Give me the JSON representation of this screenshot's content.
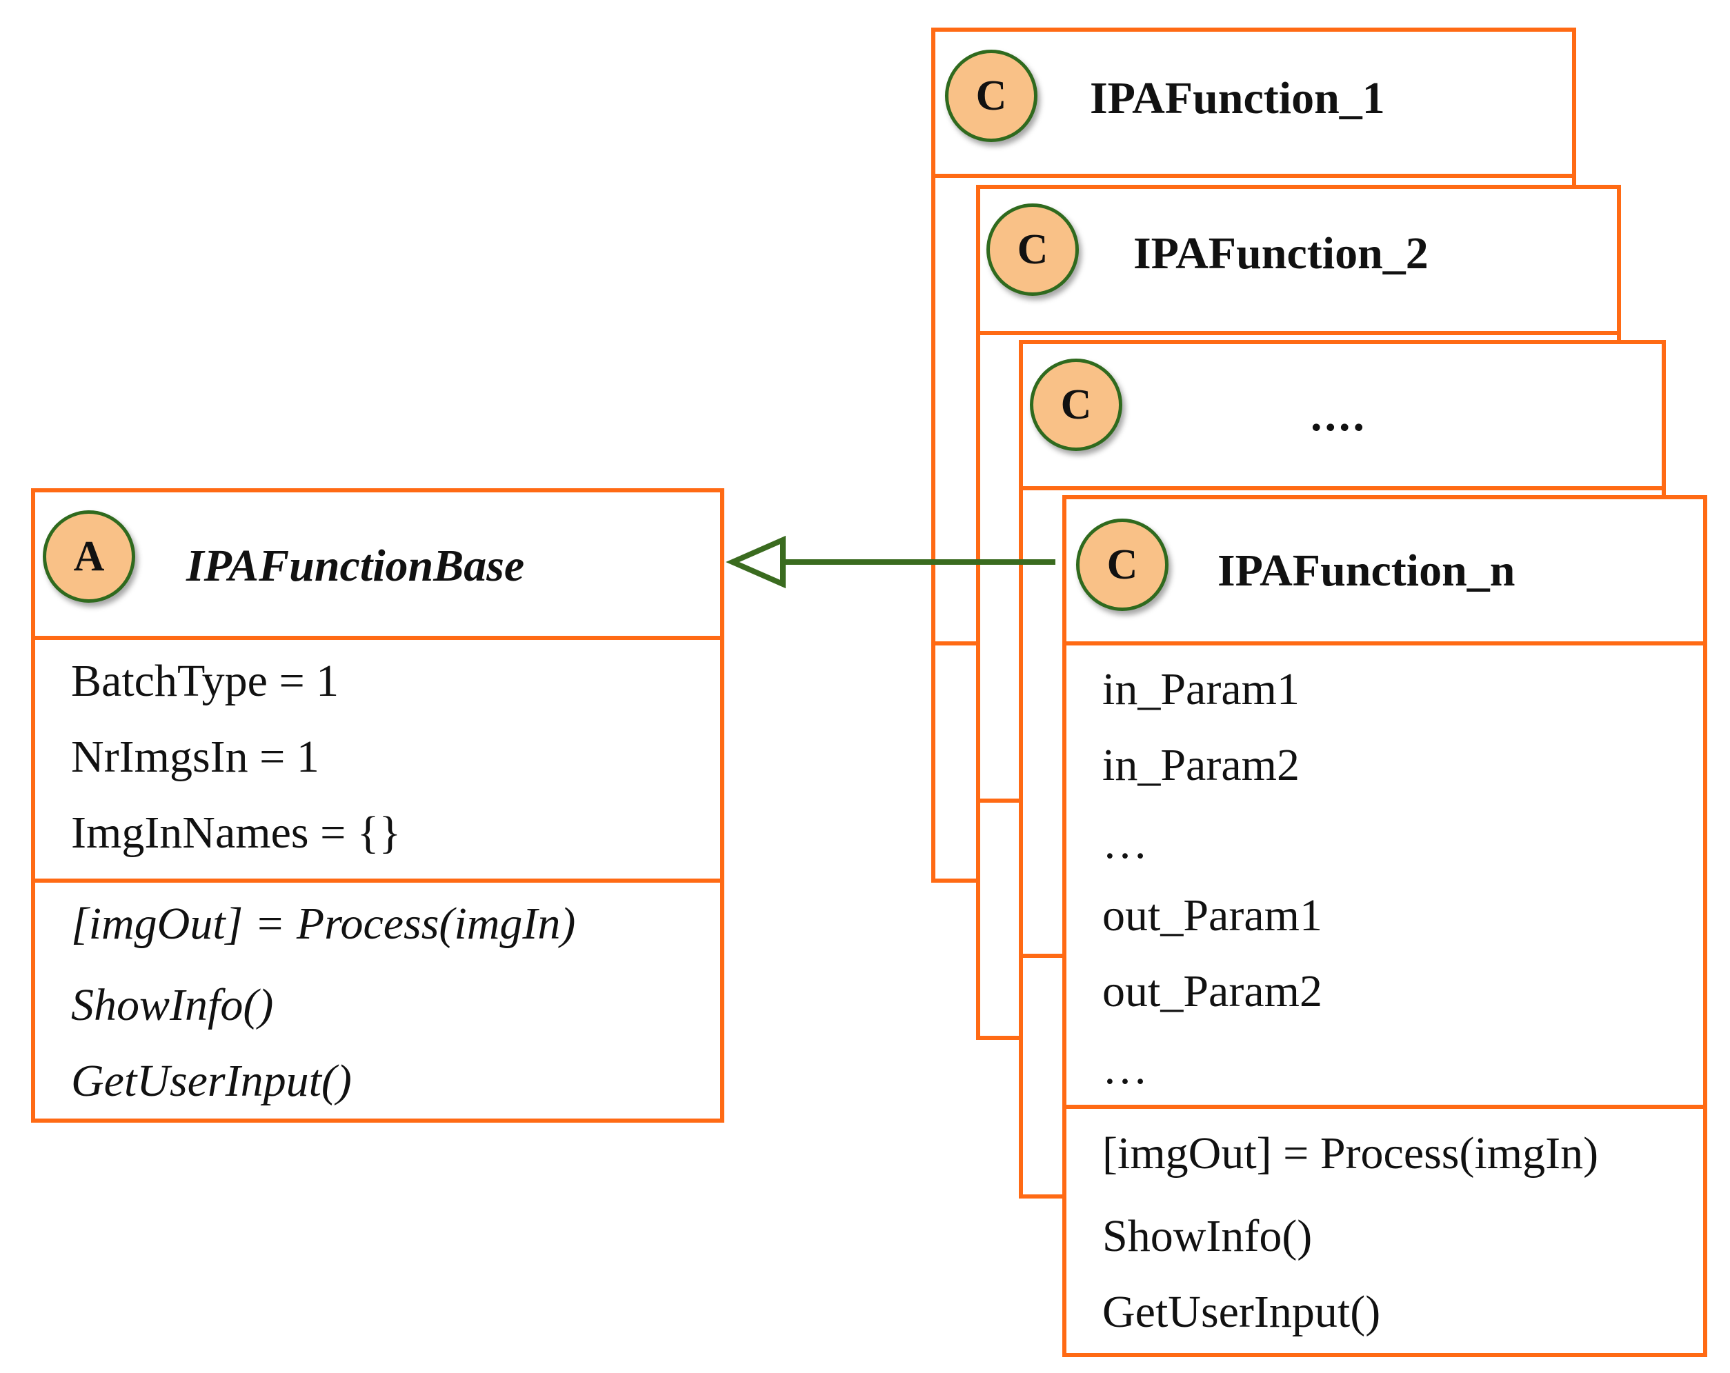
{
  "colors": {
    "box_border": "#ff6a14",
    "badge_fill": "#f9c187",
    "badge_border": "#2f6a1e",
    "arrow": "#3a6b1f"
  },
  "base_class": {
    "badge": "A",
    "title": "IPAFunctionBase",
    "attributes": [
      "BatchType = 1",
      "NrImgsIn = 1",
      "ImgInNames = {}"
    ],
    "methods": [
      "[imgOut] = Process(imgIn)",
      "ShowInfo()",
      "GetUserInput()"
    ]
  },
  "derived_classes": [
    {
      "badge": "C",
      "title": "IPAFunction_1"
    },
    {
      "badge": "C",
      "title": "IPAFunction_2"
    },
    {
      "badge": "C",
      "title": "...."
    },
    {
      "badge": "C",
      "title": "IPAFunction_n",
      "attributes": [
        "in_Param1",
        "in_Param2",
        "…",
        "out_Param1",
        "out_Param2",
        "…"
      ],
      "methods": [
        "[imgOut] = Process(imgIn)",
        "ShowInfo()",
        "GetUserInput()"
      ]
    }
  ],
  "relationship": {
    "type": "generalization",
    "icon": "hollow-triangle-arrow-icon"
  }
}
